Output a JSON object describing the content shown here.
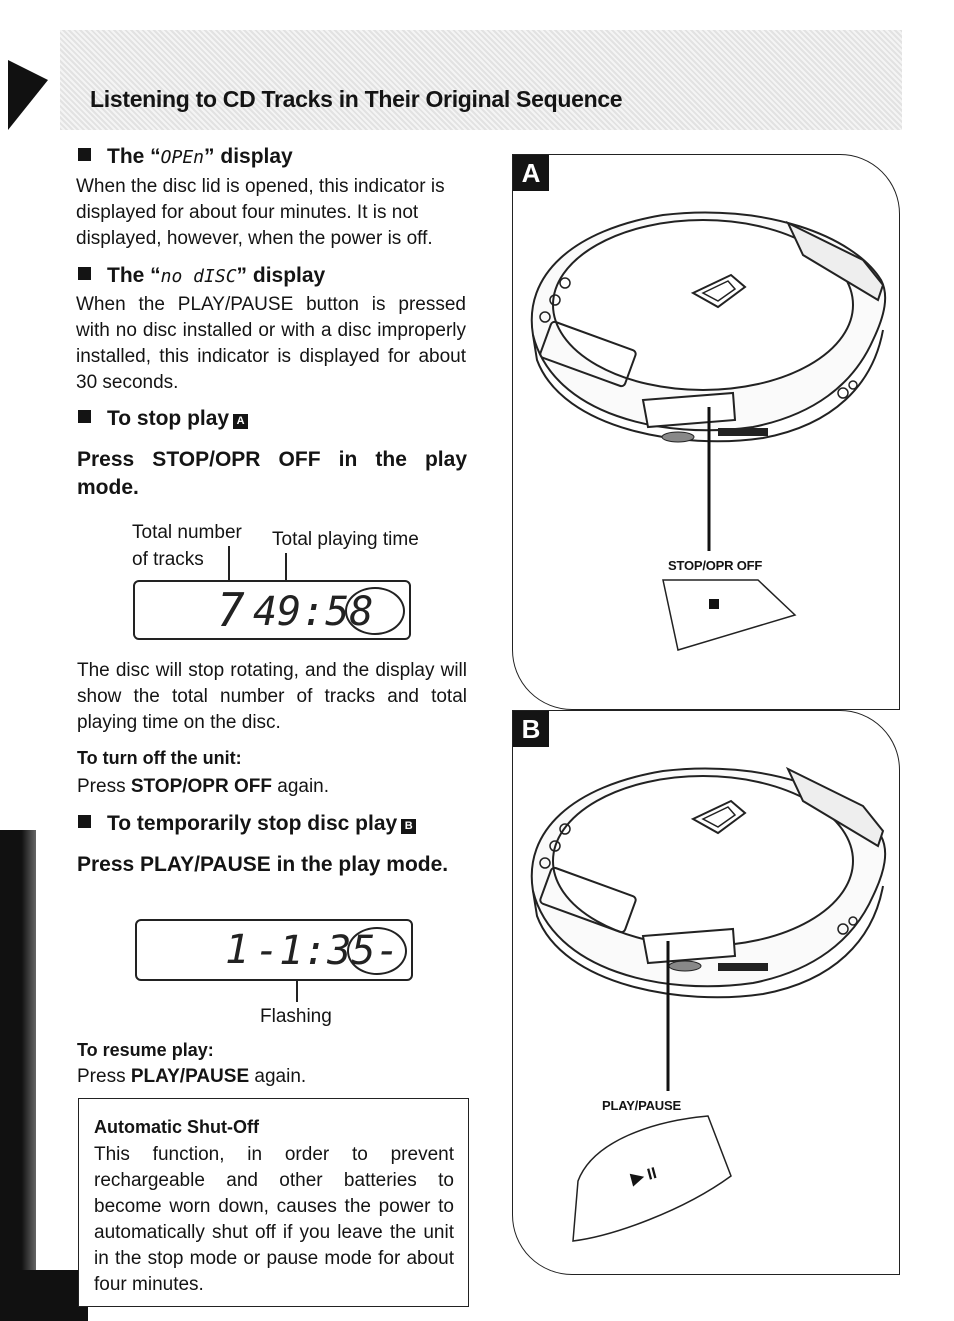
{
  "header": {
    "title": "Listening to CD Tracks in Their Original Sequence"
  },
  "open_display": {
    "heading_pre": "The “",
    "lcd_text": "OPEn",
    "heading_post": "” display",
    "body": "When the disc lid is opened, this indicator is displayed for about four minutes. It is not displayed, however, when the power is off."
  },
  "no_disc_display": {
    "heading_pre": "The “",
    "lcd_text": "no dISC",
    "heading_post": "” display",
    "body": "When the PLAY/PAUSE button is pressed with no disc installed or with a disc improperly installed, this indicator is displayed for about 30 seconds."
  },
  "stop_play": {
    "heading": "To stop play",
    "ref": "A",
    "instruction": "Press STOP/OPR OFF in the play mode.",
    "label_tracks": "Total number of tracks",
    "label_time": "Total playing time",
    "lcd_tracks": "7",
    "lcd_time": "49:58",
    "description": "The disc will stop rotating, and the display will show the total number of tracks and total playing time on the disc.",
    "turn_off_heading": "To turn off the unit:",
    "turn_off_pre": "Press ",
    "turn_off_button": "STOP/OPR OFF",
    "turn_off_post": " again."
  },
  "pause_play": {
    "heading": "To temporarily stop disc play",
    "ref": "B",
    "instruction": "Press PLAY/PAUSE in the play mode.",
    "lcd_track": "1",
    "lcd_time": "-1:35-",
    "flashing_label": "Flashing",
    "resume_heading": "To resume play:",
    "resume_pre": "Press ",
    "resume_button": "PLAY/PAUSE",
    "resume_post": " again."
  },
  "auto_shutoff": {
    "title": "Automatic Shut-Off",
    "body": "This function, in order to prevent rechargeable and other batteries to become worn down, causes the power to automatically shut off if you leave the unit in the stop mode or pause mode for about four minutes."
  },
  "figure_a": {
    "letter": "A",
    "button_label": "STOP/OPR OFF",
    "button_symbol": "■"
  },
  "figure_b": {
    "letter": "B",
    "button_label": "PLAY/PAUSE",
    "button_symbol": "▶ II"
  }
}
